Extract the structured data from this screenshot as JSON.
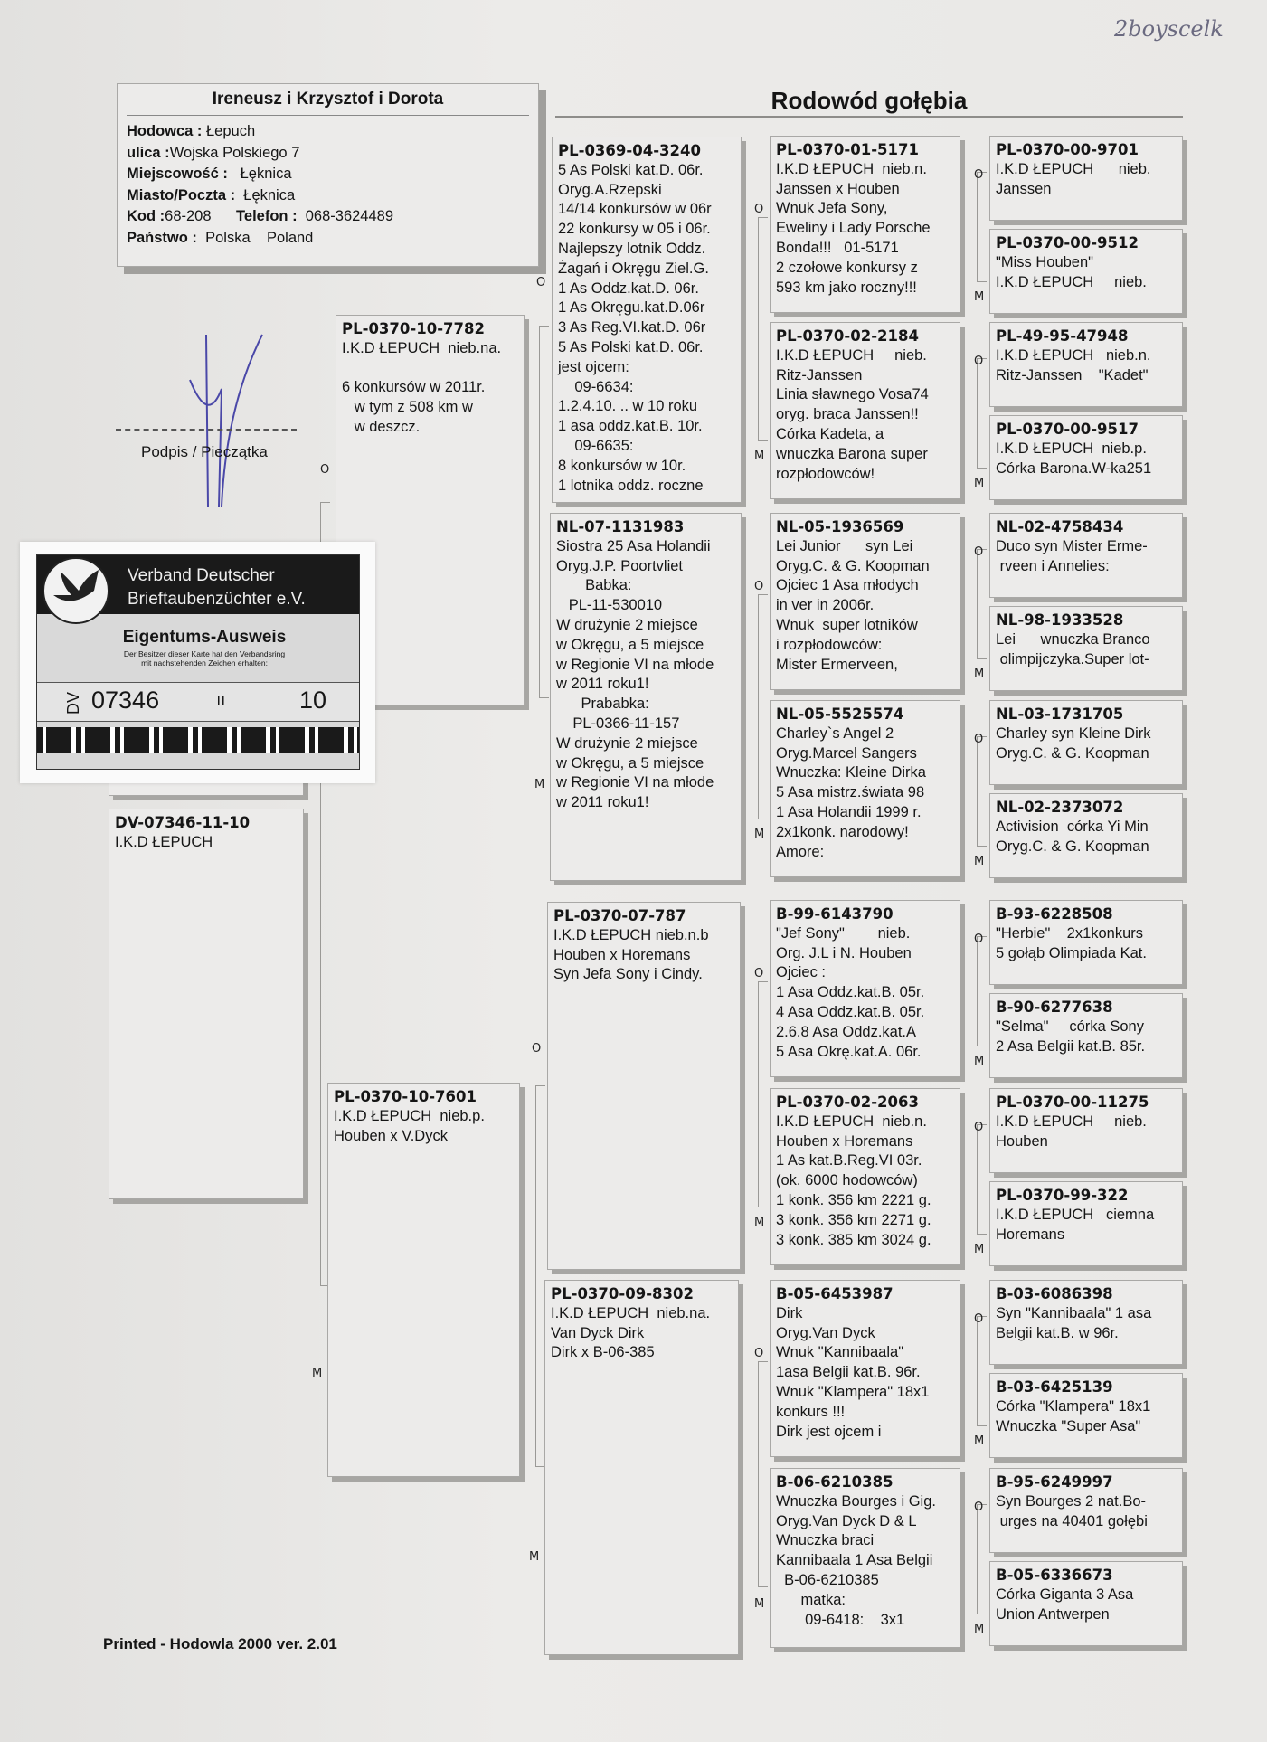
{
  "handwritten_note": "2boyscelk",
  "breeder": {
    "title": "Ireneusz i Krzysztof i Dorota",
    "rows": [
      {
        "label": "Hodowca :",
        "value": " Łepuch"
      },
      {
        "label": "ulica :",
        "value": "Wojska Polskiego 7"
      },
      {
        "label": "Miejscowość :",
        "value": "   Łęknica"
      },
      {
        "label": "Miasto/Poczta :",
        "value": "  Łęknica"
      },
      {
        "label": "Kod :",
        "value": "68-208      ",
        "label2": "Telefon :",
        "value2": "  068-3624489"
      },
      {
        "label": "Państwo :",
        "value": "  Polska    Poland"
      }
    ]
  },
  "document_title": "Rodowód gołębia",
  "signature_label": "Podpis / Pieczątka",
  "footer": "Printed - Hodowla 2000 ver. 2.01",
  "sex_labels": {
    "father": "O",
    "mother": "M"
  },
  "card": {
    "org_line1": "Verband Deutscher",
    "org_line2": "Brieftaubenzüchter e.V.",
    "heading": "Eigentums-Ausweis",
    "small_line1": "Der Besitzer dieser Karte hat den Verbandsring",
    "small_line2": "mit nachstehenden Zeichen erhalten:",
    "prefix": "DV",
    "number": "07346",
    "separator": "=",
    "year": "10"
  },
  "pigeons": {
    "subject": {
      "ring": "DV-07346-11-10",
      "lines": [
        "I.K.D ŁEPUCH"
      ]
    },
    "father": {
      "ring": "PL-0370-10-7782",
      "lines": [
        "I.K.D ŁEPUCH  nieb.na.",
        "",
        "6 konkursów w 2011r.",
        "   w tym z 508 km w",
        "   w deszcz."
      ]
    },
    "mother": {
      "ring": "PL-0370-10-7601",
      "lines": [
        "I.K.D ŁEPUCH  nieb.p.",
        "Houben x V.Dyck"
      ]
    },
    "gen2": [
      {
        "ring": "PL-0369-04-3240",
        "lines": [
          "5 As Polski kat.D. 06r.",
          "Oryg.A.Rzepski",
          "14/14 konkursów w 06r",
          "22 konkursy w 05 i 06r.",
          "Najlepszy lotnik Oddz.",
          "Żagań i Okręgu Ziel.G.",
          "1 As Oddz.kat.D. 06r.",
          "1 As Okręgu.kat.D.06r",
          "3 As Reg.VI.kat.D. 06r",
          "5 As Polski kat.D. 06r.",
          "jest ojcem:",
          "    09-6634:",
          "1.2.4.10. .. w 10 roku",
          "1 asa oddz.kat.B. 10r.",
          "    09-6635:",
          "8 konkursów w 10r.",
          "1 lotnika oddz. roczne"
        ]
      },
      {
        "ring": "NL-07-1131983",
        "lines": [
          "Siostra 25 Asa Holandii",
          "Oryg.J.P. Poortvliet",
          "       Babka:",
          "   PL-11-530010",
          "W drużynie 2 miejsce",
          "w Okręgu, a 5 miejsce",
          "w Regionie VI na młode",
          "w 2011 roku1!",
          "      Prababka:",
          "    PL-0366-11-157",
          "W drużynie 2 miejsce",
          "w Okręgu, a 5 miejsce",
          "w Regionie VI na młode",
          "w 2011 roku1!"
        ]
      },
      {
        "ring": "PL-0370-07-787",
        "lines": [
          "I.K.D ŁEPUCH nieb.n.b",
          "Houben x Horemans",
          "Syn Jefa Sony i Cindy."
        ]
      },
      {
        "ring": "PL-0370-09-8302",
        "lines": [
          "I.K.D ŁEPUCH  nieb.na.",
          "Van Dyck Dirk",
          "Dirk x B-06-385"
        ]
      }
    ],
    "gen3": [
      {
        "ring": "PL-0370-01-5171",
        "lines": [
          "I.K.D ŁEPUCH  nieb.n.",
          "Janssen x Houben",
          "Wnuk Jefa Sony,",
          "Eweliny i Lady Porsche",
          "Bonda!!!   01-5171",
          "2 czołowe konkursy z",
          "593 km jako roczny!!!"
        ]
      },
      {
        "ring": "PL-0370-02-2184",
        "lines": [
          "I.K.D ŁEPUCH     nieb.",
          "Ritz-Janssen",
          "Linia sławnego Vosa74",
          "oryg. braca Janssen!!",
          "Córka Kadeta, a",
          "wnuczka Barona super",
          "rozpłodowców!"
        ]
      },
      {
        "ring": "NL-05-1936569",
        "lines": [
          "Lei Junior      syn Lei",
          "Oryg.C. & G. Koopman",
          "Ojciec 1 Asa młodych",
          "in ver in 2006r.",
          "Wnuk  super lotników",
          "i rozpłodowców:",
          "Mister Ermerveen,"
        ]
      },
      {
        "ring": "NL-05-5525574",
        "lines": [
          "Charley`s Angel 2",
          "Oryg.Marcel Sangers",
          "Wnuczka: Kleine Dirka",
          "5 Asa mistrz.świata 98",
          "1 Asa Holandii 1999 r.",
          "2x1konk. narodowy!",
          "Amore:"
        ]
      },
      {
        "ring": "B-99-6143790",
        "lines": [
          "\"Jef Sony\"        nieb.",
          "Org. J.L i N. Houben",
          "Ojciec :",
          "1 Asa Oddz.kat.B. 05r.",
          "4 Asa Oddz.kat.B. 05r.",
          "2.6.8 Asa Oddz.kat.A",
          "5 Asa Okrę.kat.A. 06r."
        ]
      },
      {
        "ring": "PL-0370-02-2063",
        "lines": [
          "I.K.D ŁEPUCH  nieb.n.",
          "Houben x Horemans",
          "1 As kat.B.Reg.VI 03r.",
          "(ok. 6000 hodowców)",
          "1 konk. 356 km 2221 g.",
          "3 konk. 356 km 2271 g.",
          "3 konk. 385 km 3024 g."
        ]
      },
      {
        "ring": "B-05-6453987",
        "lines": [
          "Dirk",
          "Oryg.Van Dyck",
          "Wnuk \"Kannibaala\"",
          "1asa Belgii kat.B. 96r.",
          "Wnuk \"Klampera\" 18x1",
          "konkurs !!!",
          "Dirk jest ojcem i"
        ]
      },
      {
        "ring": "B-06-6210385",
        "lines": [
          "Wnuczka Bourges i Gig.",
          "Oryg.Van Dyck D & L",
          "Wnuczka braci",
          "Kannibaala 1 Asa Belgii",
          "  B-06-6210385",
          "      matka:",
          "       09-6418:    3x1"
        ]
      }
    ],
    "gen4": [
      {
        "ring": "PL-0370-00-9701",
        "lines": [
          "I.K.D ŁEPUCH      nieb.",
          "Janssen"
        ]
      },
      {
        "ring": "PL-0370-00-9512",
        "lines": [
          "\"Miss Houben\"",
          "I.K.D ŁEPUCH     nieb."
        ]
      },
      {
        "ring": "PL-49-95-47948",
        "lines": [
          "I.K.D ŁEPUCH   nieb.n.",
          "Ritz-Janssen    \"Kadet\""
        ]
      },
      {
        "ring": "PL-0370-00-9517",
        "lines": [
          "I.K.D ŁEPUCH  nieb.p.",
          "Córka Barona.W-ka251"
        ]
      },
      {
        "ring": "NL-02-4758434",
        "lines": [
          "Duco syn Mister Erme-",
          " rveen i Annelies:"
        ]
      },
      {
        "ring": "NL-98-1933528",
        "lines": [
          "Lei      wnuczka Branco",
          " olimpijczyka.Super lot-"
        ]
      },
      {
        "ring": "NL-03-1731705",
        "lines": [
          "Charley syn Kleine Dirk",
          "Oryg.C. & G. Koopman"
        ]
      },
      {
        "ring": "NL-02-2373072",
        "lines": [
          "Activision  córka Yi Min",
          "Oryg.C. & G. Koopman"
        ]
      },
      {
        "ring": "B-93-6228508",
        "lines": [
          "\"Herbie\"    2x1konkurs",
          "5 gołąb Olimpiada Kat."
        ]
      },
      {
        "ring": "B-90-6277638",
        "lines": [
          "\"Selma\"     córka Sony",
          "2 Asa Belgii kat.B. 85r."
        ]
      },
      {
        "ring": "PL-0370-00-11275",
        "lines": [
          "I.K.D ŁEPUCH     nieb.",
          "Houben"
        ]
      },
      {
        "ring": "PL-0370-99-322",
        "lines": [
          "I.K.D ŁEPUCH   ciemna",
          "Horemans"
        ]
      },
      {
        "ring": "B-03-6086398",
        "lines": [
          "Syn \"Kannibaala\" 1 asa",
          "Belgii kat.B. w 96r."
        ]
      },
      {
        "ring": "B-03-6425139",
        "lines": [
          "Córka \"Klampera\" 18x1",
          "Wnuczka \"Super Asa\""
        ]
      },
      {
        "ring": "B-95-6249997",
        "lines": [
          "Syn Bourges 2 nat.Bo-",
          " urges na 40401 gołębi"
        ]
      },
      {
        "ring": "B-05-6336673",
        "lines": [
          "Córka Giganta 3 Asa",
          "Union Antwerpen"
        ]
      }
    ]
  }
}
